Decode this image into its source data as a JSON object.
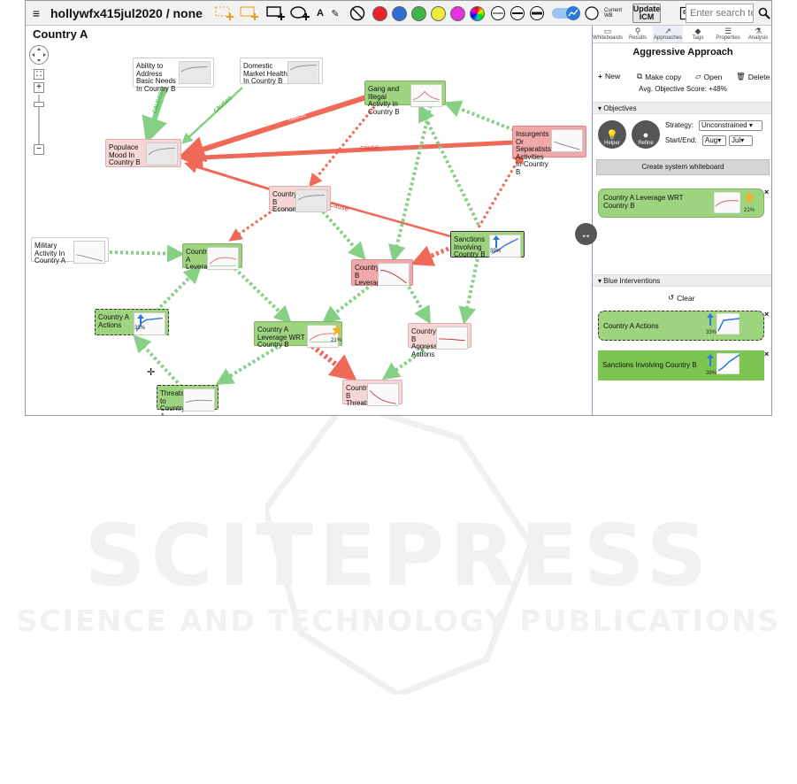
{
  "toolbar": {
    "menu_icon": "hamburger-icon",
    "title": "hollywfx415jul2020 / none",
    "tools": [
      "add-node-icon",
      "add-node-outline-icon",
      "add-box-icon",
      "add-cloud-icon",
      "text-icon",
      "pencil-icon",
      "no-icon"
    ],
    "text_tool_label": "A",
    "colors": [
      "#e8232b",
      "#2d6fd6",
      "#3cb848",
      "#f0ea3a",
      "#e532e0"
    ],
    "current_wb_label": "Current\nWB",
    "update_icm_label": "Update\nICM",
    "search_placeholder": "Enter search terms"
  },
  "canvas": {
    "title": "Country A",
    "nodes": [
      {
        "id": "ability",
        "label": "Ability to Address Basic Needs In Country B"
      },
      {
        "id": "domestic",
        "label": "Domestic Market Health In Country B"
      },
      {
        "id": "gang",
        "label": "Gang and Illegal Activity in Country B"
      },
      {
        "id": "populace",
        "label": "Populace Mood In Country B"
      },
      {
        "id": "insurgents",
        "label": "Insurgents Or Separatists Activities In Country B"
      },
      {
        "id": "economy",
        "label": "Country B Economy"
      },
      {
        "id": "military",
        "label": "Military Activity In Country A"
      },
      {
        "id": "leverage_a",
        "label": "Country A Leverage"
      },
      {
        "id": "sanctions",
        "label": "Sanctions Involving Country B",
        "pct": "39%"
      },
      {
        "id": "leverage_b",
        "label": "Country B Leverage"
      },
      {
        "id": "actions_a",
        "label": "Country A Actions",
        "pct": "33%"
      },
      {
        "id": "leverage_wrt",
        "label": "Country A Leverage WRT Country B",
        "pct": "21%"
      },
      {
        "id": "aggressive_b",
        "label": "Country B Aggressive Actions"
      },
      {
        "id": "threats_a",
        "label": "Threats to Country A"
      },
      {
        "id": "threats_b",
        "label": "Country B Threats"
      }
    ],
    "edge_labels": {
      "causes": "causes",
      "cause": "cause"
    }
  },
  "panel": {
    "tabs": [
      {
        "label": "Whiteboards",
        "icon": "monitor-icon"
      },
      {
        "label": "Results",
        "icon": "search-icon"
      },
      {
        "label": "Approaches",
        "icon": "chart-icon"
      },
      {
        "label": "Tags",
        "icon": "tag-icon"
      },
      {
        "label": "Properties",
        "icon": "list-icon"
      },
      {
        "label": "Analysis",
        "icon": "flask-icon"
      }
    ],
    "title": "Aggressive Approach",
    "new_label": "New",
    "copy_label": "Make copy",
    "open_label": "Open",
    "delete_label": "Delete",
    "score_label": "Avg. Objective Score: +48%",
    "objectives_label": "Objectives",
    "helper_label": "Helper",
    "refine_label": "Refine",
    "strategy_label": "Strategy:",
    "strategy_value": "Unconstrained",
    "start_end_label": "Start/End:",
    "start_value": "Aug",
    "end_value": "Jul",
    "create_btn_label": "Create system whiteboard",
    "objective_card": {
      "label": "Country A Leverage WRT Country B",
      "pct": "21%"
    },
    "blue_label": "Blue Interventions",
    "clear_label": "Clear",
    "interventions": [
      {
        "label": "Country A Actions",
        "pct": "33%"
      },
      {
        "label": "Sanctions Involving Country B",
        "pct": "39%"
      }
    ]
  },
  "watermark": {
    "line1": "SCITEPRESS",
    "line2": "SCIENCE AND TECHNOLOGY PUBLICATIONS"
  },
  "colors": {
    "node_green": "#9ed47f",
    "node_red": "#f0a8a8",
    "node_pink": "#f6d5d5",
    "edge_red": "#f06858",
    "edge_green": "#86d086"
  }
}
